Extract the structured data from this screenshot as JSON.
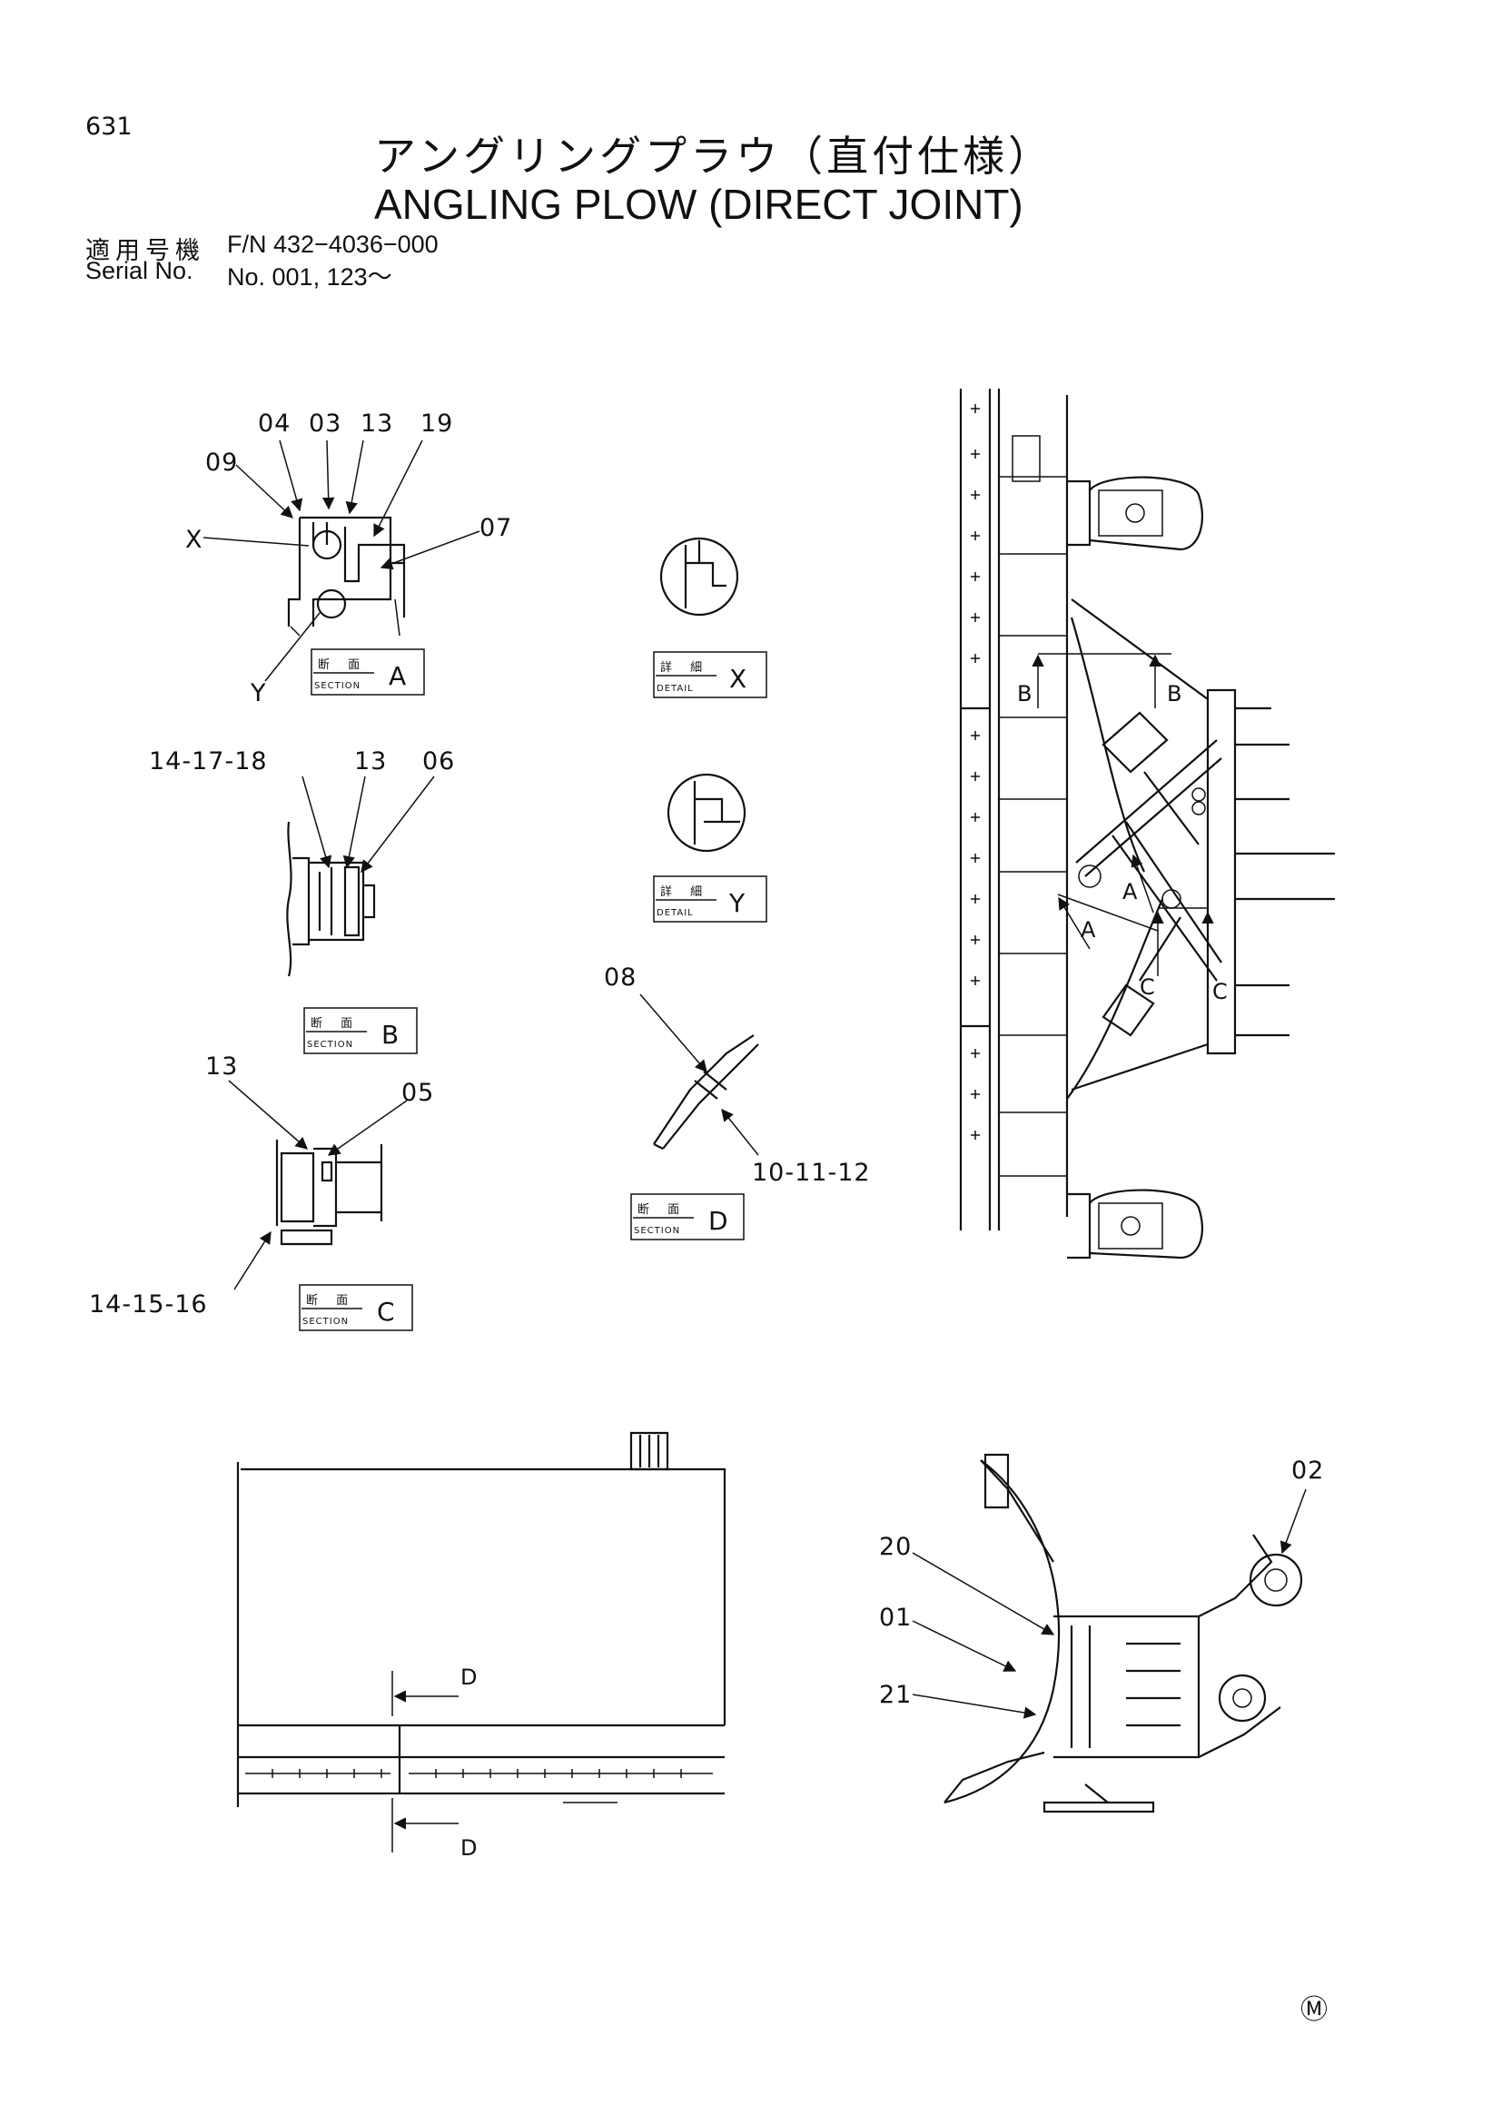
{
  "header": {
    "page_number": "631",
    "title_jp": "アングリングプラウ（直付仕様）",
    "title_en": "ANGLING PLOW (DIRECT JOINT)",
    "applicable_label_jp": "適用号機",
    "fn_value": "F/N 432−4036−000",
    "serial_label": "Serial No.",
    "serial_value": "No. 001, 123～"
  },
  "views": {
    "section_a": {
      "tag_jp": "断 面",
      "tag_en": "SECTION",
      "letter": "A",
      "callouts": [
        "04",
        "03",
        "13",
        "19",
        "09",
        "07"
      ],
      "markers": [
        "X",
        "Y"
      ]
    },
    "section_b": {
      "tag_jp": "断 面",
      "tag_en": "SECTION",
      "letter": "B",
      "callouts": [
        "14-17-18",
        "13",
        "06"
      ]
    },
    "section_c": {
      "tag_jp": "断 面",
      "tag_en": "SECTION",
      "letter": "C",
      "callouts": [
        "13",
        "05",
        "14-15-16"
      ]
    },
    "detail_x": {
      "tag_jp": "詳 細",
      "tag_en": "DETAIL",
      "letter": "X"
    },
    "detail_y": {
      "tag_jp": "詳 細",
      "tag_en": "DETAIL",
      "letter": "Y"
    },
    "section_d": {
      "tag_jp": "断 面",
      "tag_en": "SECTION",
      "letter": "D",
      "callouts": [
        "08",
        "10-11-12"
      ]
    },
    "plan_view": {
      "arrow_labels": [
        "B",
        "B",
        "A",
        "A",
        "C",
        "C"
      ]
    },
    "front_view": {
      "arrow_labels": [
        "D",
        "D"
      ]
    },
    "side_view": {
      "callouts": [
        "02",
        "20",
        "01",
        "21"
      ]
    }
  },
  "footer": {
    "mark": "Ⓜ"
  }
}
